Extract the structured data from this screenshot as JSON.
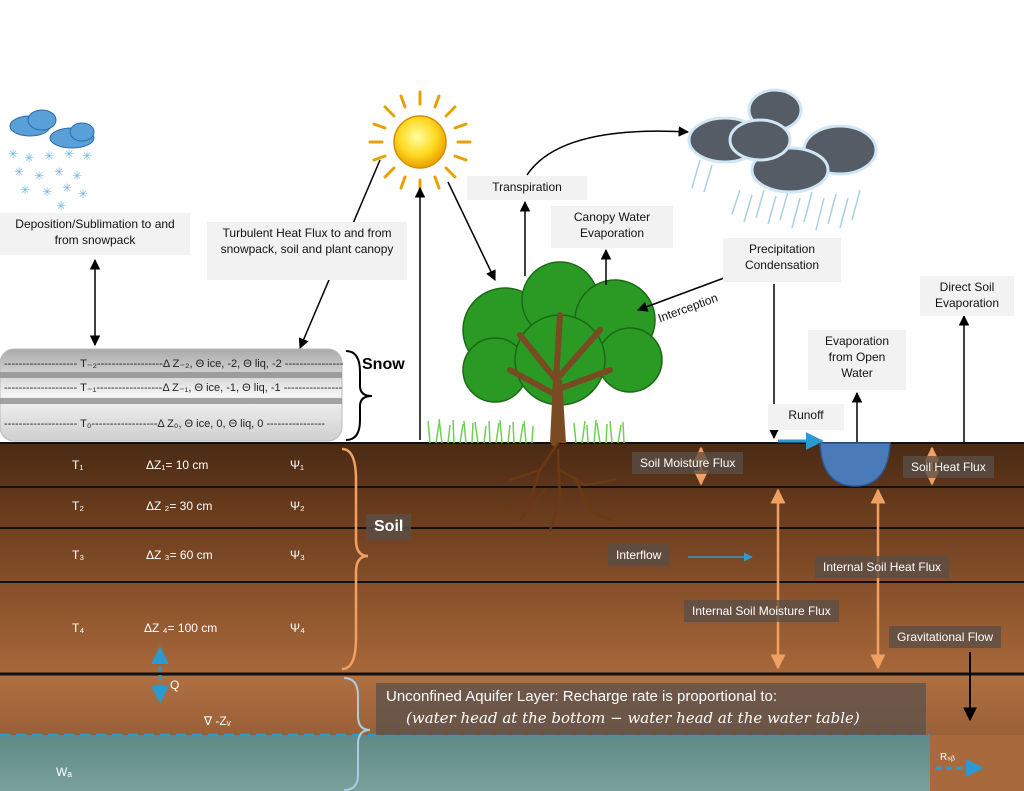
{
  "labels": {
    "deposition": "Deposition/Sublimation to and from snowpack",
    "turbulent": "Turbulent Heat Flux to and from snowpack, soil and plant canopy",
    "transpiration": "Transpiration",
    "canopy_evap": "Canopy Water Evaporation",
    "precipitation": "Precipitation Condensation",
    "interception": "Interception",
    "direct_soil_evap": "Direct Soil Evaporation",
    "open_water_evap": "Evaporation from Open Water",
    "runoff": "Runoff",
    "snow": "Snow",
    "soil": "Soil",
    "soil_moisture_flux": "Soil Moisture Flux",
    "soil_heat_flux": "Soil Heat Flux",
    "interflow": "Interflow",
    "internal_soil_heat_flux": "Internal Soil Heat Flux",
    "internal_soil_moisture_flux": "Internal Soil Moisture Flux",
    "gravitational_flow": "Gravitational Flow",
    "aquifer_line1": "Unconfined Aquifer Layer: Recharge rate is proportional to:",
    "aquifer_line2": "(water head at the bottom − water head at the water table)",
    "q": "Q",
    "zv": "∇  -Zᵥ",
    "wa": "Wₐ",
    "rsb": "Rₛᵦ"
  },
  "snow_layers": [
    {
      "t": "T₋₂",
      "dz": "Δ Z₋₂, Θ ice, -2, Θ liq, -2"
    },
    {
      "t": "T₋₁",
      "dz": "Δ Z₋₁, Θ ice, -1, Θ liq, -1"
    },
    {
      "t": "T₀",
      "dz": "Δ Z₀, Θ ice, 0, Θ liq, 0"
    }
  ],
  "soil_layers": [
    {
      "t": "T₁",
      "dz": "ΔZ₁= 10 cm",
      "psi": "Ψ₁"
    },
    {
      "t": "T₂",
      "dz": "ΔZ ₂= 30 cm",
      "psi": "Ψ₂"
    },
    {
      "t": "T₃",
      "dz": "ΔZ ₃= 60 cm",
      "psi": "Ψ₃"
    },
    {
      "t": "T₄",
      "dz": "ΔZ ₄= 100 cm",
      "psi": "Ψ₄"
    }
  ],
  "colors": {
    "sky": "#ffffff",
    "soil_top": "#4a2a14",
    "soil_bottom": "#9a5e32",
    "aquifer_water": "#6a8f8a",
    "tree_green": "#2a9a24",
    "arrow_orange": "#f0a060",
    "arrow_blue": "#2a9ad0",
    "water_pond": "#4a7ab8"
  }
}
